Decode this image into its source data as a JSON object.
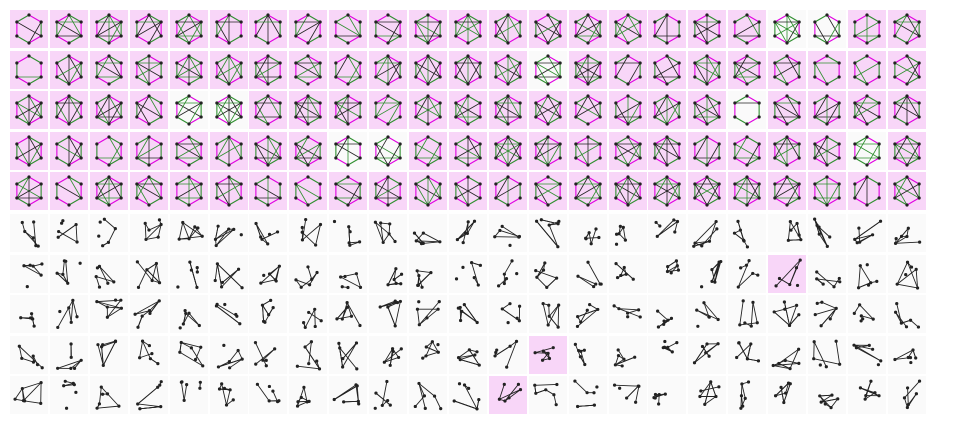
{
  "figure": {
    "description_free": true,
    "colors": {
      "highlight_bg": "#f8d6f8",
      "plain_bg": "#fafafa",
      "edge_color": "#222222",
      "hex_edge_magenta": "#e000e0",
      "hex_edge_green": "#2f8f2f",
      "node_color": "#222222"
    },
    "top_panel": {
      "rows": 5,
      "cols": 23,
      "graph_type": "hexagon-6-node",
      "unhighlighted_cells": [
        [
          0,
          19
        ],
        [
          0,
          20
        ],
        [
          1,
          13
        ],
        [
          2,
          4
        ],
        [
          2,
          5
        ],
        [
          2,
          18
        ],
        [
          3,
          8
        ],
        [
          3,
          9
        ],
        [
          3,
          21
        ]
      ]
    },
    "bottom_panel": {
      "rows": 5,
      "cols": 23,
      "graph_type": "random-6-node",
      "highlighted_cells": [
        [
          1,
          19
        ],
        [
          3,
          13
        ],
        [
          4,
          12
        ]
      ]
    }
  }
}
